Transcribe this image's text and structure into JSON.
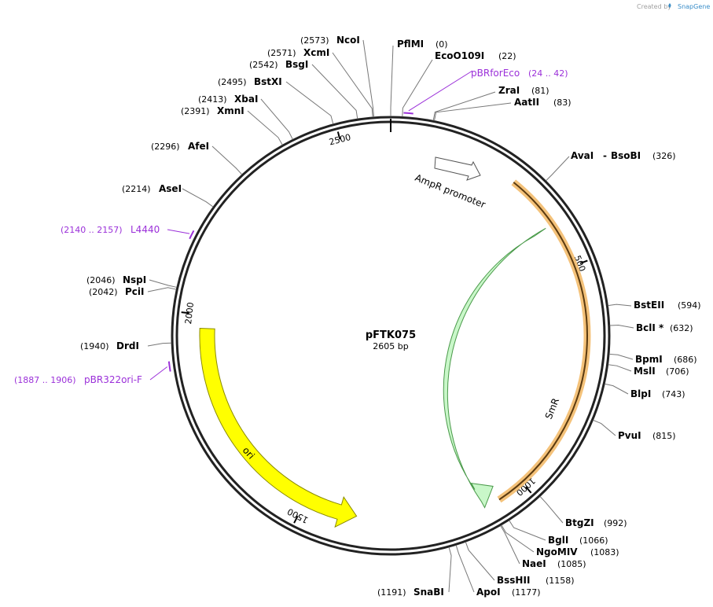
{
  "credit": {
    "prefix": "Created by",
    "brand": "SnapGene"
  },
  "plasmid": {
    "name": "pFTK075",
    "length_label": "2605 bp",
    "length": 2605
  },
  "ticks": [
    "500",
    "1000",
    "1500",
    "2000",
    "2500"
  ],
  "features": [
    {
      "label": "AmpR promoter",
      "color": "#ffffff"
    },
    {
      "label": "SmR",
      "color": "#c9f7c9"
    },
    {
      "label": "ori",
      "color": "#ffff00"
    }
  ],
  "primers": [
    {
      "name": "pBRforEco",
      "range": "(24 .. 42)"
    },
    {
      "name": "L4440",
      "range": "(2140 .. 2157)"
    },
    {
      "name": "pBR322ori-F",
      "range": "(1887 .. 1906)"
    }
  ],
  "enzymes": [
    {
      "name": "PflMI",
      "pos": "(0)"
    },
    {
      "name": "EcoO109I",
      "pos": "(22)"
    },
    {
      "name": "ZraI",
      "pos": "(81)"
    },
    {
      "name": "AatII",
      "pos": "(83)"
    },
    {
      "name": "AvaI",
      "sep": "-",
      "name2": "BsoBI",
      "pos": "(326)"
    },
    {
      "name": "BstEII",
      "pos": "(594)"
    },
    {
      "name": "BclI *",
      "pos": "(632)"
    },
    {
      "name": "BpmI",
      "pos": "(686)"
    },
    {
      "name": "MslI",
      "pos": "(706)"
    },
    {
      "name": "BlpI",
      "pos": "(743)"
    },
    {
      "name": "PvuI",
      "pos": "(815)"
    },
    {
      "name": "BtgZI",
      "pos": "(992)"
    },
    {
      "name": "BglI",
      "pos": "(1066)"
    },
    {
      "name": "NgoMIV",
      "pos": "(1083)"
    },
    {
      "name": "NaeI",
      "pos": "(1085)"
    },
    {
      "name": "BssHII",
      "pos": "(1158)"
    },
    {
      "name": "ApoI",
      "pos": "(1177)"
    },
    {
      "name": "SnaBI",
      "pos": "(1191)"
    },
    {
      "name": "DrdI",
      "pos": "(1940)"
    },
    {
      "name": "PciI",
      "pos": "(2042)"
    },
    {
      "name": "NspI",
      "pos": "(2046)"
    },
    {
      "name": "AseI",
      "pos": "(2214)"
    },
    {
      "name": "AfeI",
      "pos": "(2296)"
    },
    {
      "name": "XmnI",
      "pos": "(2391)"
    },
    {
      "name": "XbaI",
      "pos": "(2413)"
    },
    {
      "name": "BstXI",
      "pos": "(2495)"
    },
    {
      "name": "BsgI",
      "pos": "(2542)"
    },
    {
      "name": "XcmI",
      "pos": "(2571)"
    },
    {
      "name": "NcoI",
      "pos": "(2573)"
    }
  ],
  "colors": {
    "primer": "#9b30d9",
    "backbone": "#222222",
    "orange_highlight": "#f4c27a"
  }
}
